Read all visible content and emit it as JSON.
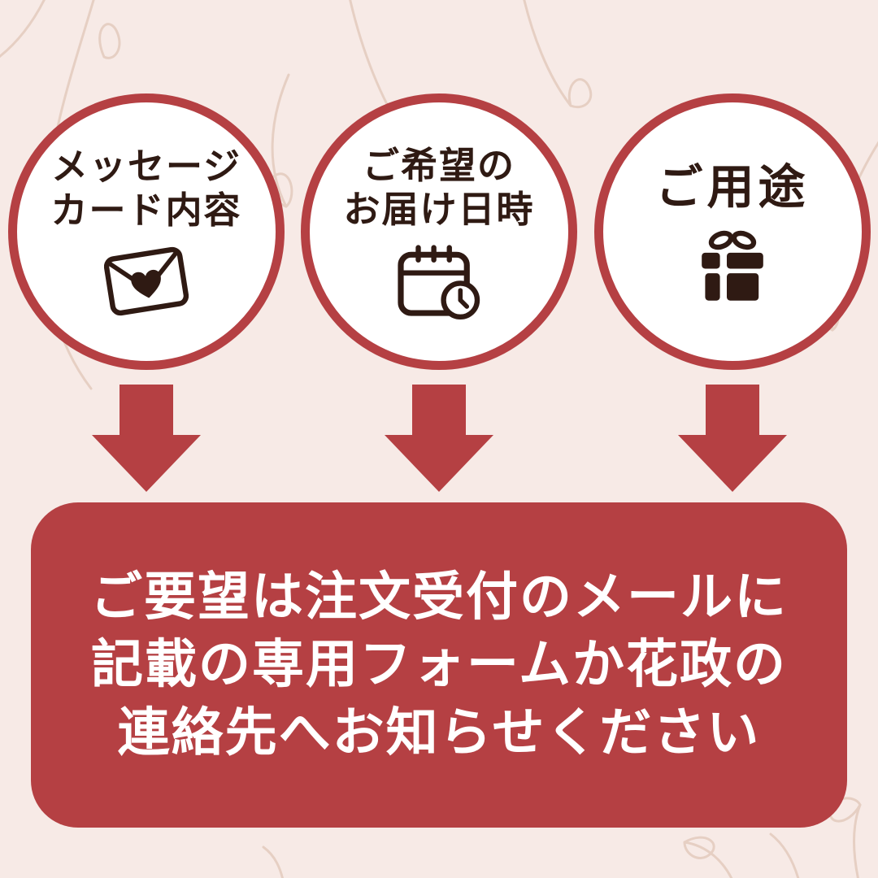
{
  "colors": {
    "background": "#f7eae6",
    "accent_red": "#b54043",
    "ink_dark": "#2f1a13",
    "decor_line": "#e6cfc3",
    "circle_fill": "#ffffff",
    "notice_text": "#ffffff"
  },
  "steps": [
    {
      "label_line1": "メッセージ",
      "label_line2": "カード内容",
      "icon": "envelope-heart-icon"
    },
    {
      "label_line1": "ご希望の",
      "label_line2": "お届け日時",
      "icon": "calendar-clock-icon"
    },
    {
      "label_line1": "ご用途",
      "label_line2": "",
      "icon": "gift-icon"
    }
  ],
  "notice": {
    "line1": "ご要望は注文受付のメールに",
    "line2": "記載の専用フォームか花政の",
    "line3": "連絡先へお知らせください"
  }
}
